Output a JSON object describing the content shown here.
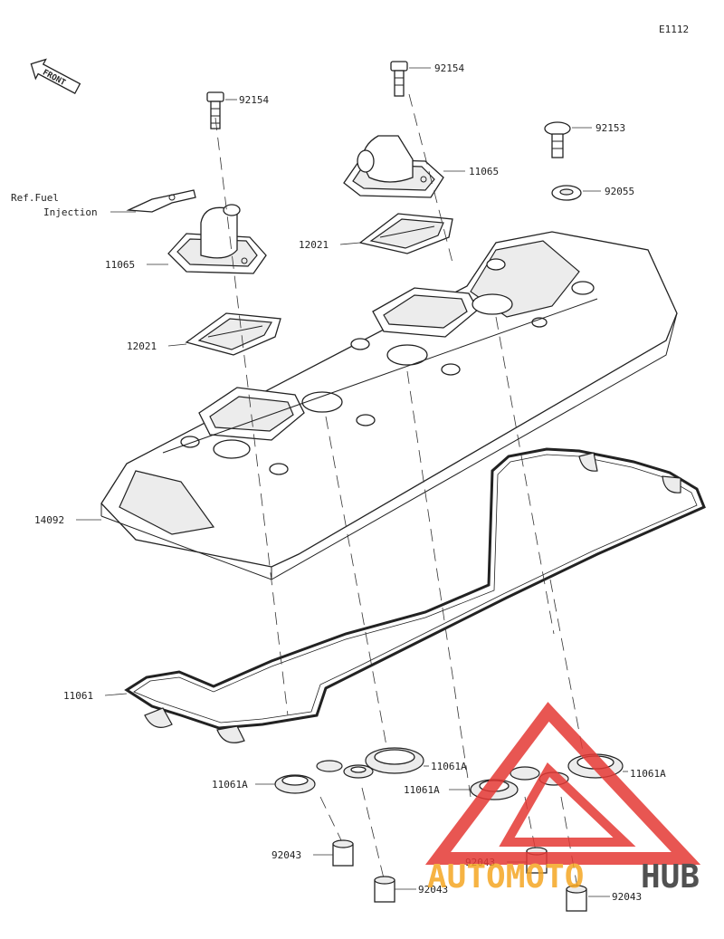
{
  "diagram_id": "E1112",
  "front_label": "FRONT",
  "ref_note": [
    "Ref.Fuel",
    "Injection"
  ],
  "parts": {
    "bolt_left": "92154",
    "bolt_right": "92154",
    "bolt_small": "92153",
    "washer": "92055",
    "breather_left": "11065",
    "breather_right": "11065",
    "plate_left": "12021",
    "plate_right": "12021",
    "cover": "14092",
    "gasket": "11061",
    "seal_1": "11061A",
    "seal_2": "11061A",
    "seal_3": "11061A",
    "seal_4": "11061A",
    "dowel_1": "92043",
    "dowel_2": "92043",
    "dowel_3": "92043",
    "dowel_4": "92043"
  },
  "watermark": {
    "part1": "AUTOMOTO",
    "part2": "HUB",
    "color_red": "#e53935",
    "color_orange": "#f5a623",
    "color_dark": "#333333"
  }
}
